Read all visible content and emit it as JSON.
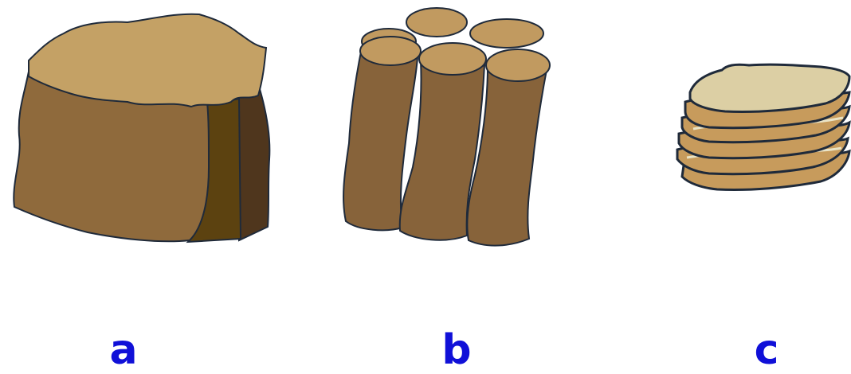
{
  "colors": {
    "label": "#1010d8",
    "outline": "#1f2a3a",
    "blocky_top": "#c4a165",
    "blocky_front": "#8f6a3c",
    "blocky_side_mid": "#5c4210",
    "blocky_side_back": "#4f361d",
    "columnar_top": "#c19a60",
    "columnar_body": "#87633a",
    "platy_top": "#dccfa4",
    "platy_layer": "#c79b5c",
    "platy_gap": "#eae4c6"
  },
  "labels": {
    "a": "a",
    "b": "b",
    "c": "c"
  }
}
